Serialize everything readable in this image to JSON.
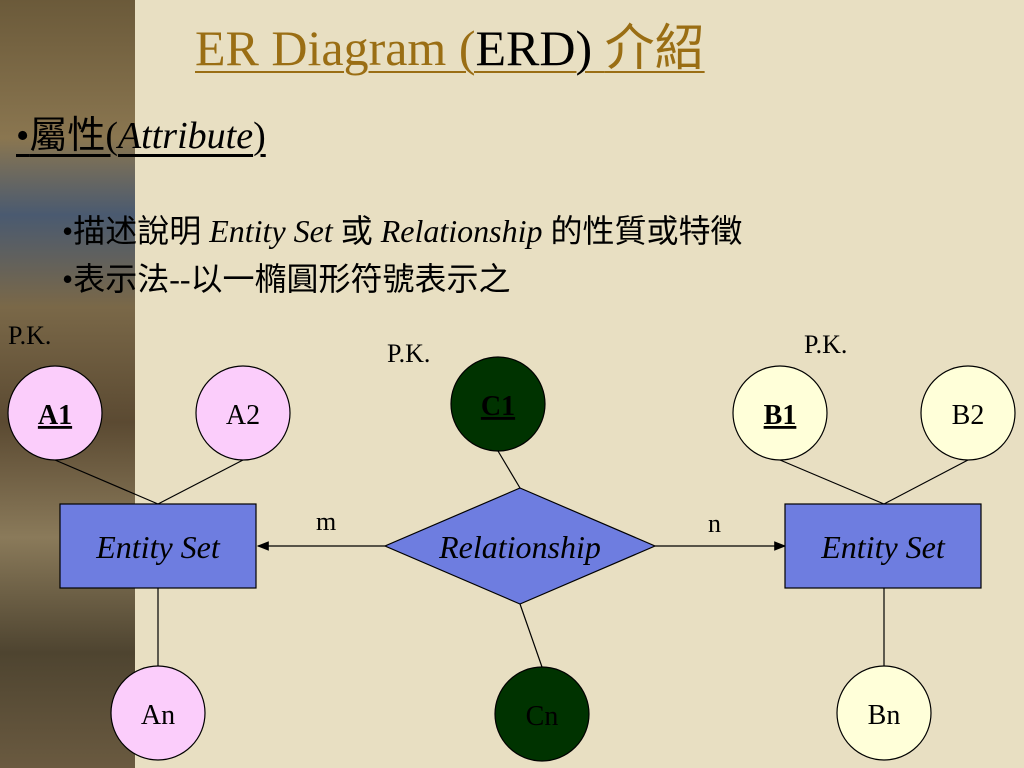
{
  "slide": {
    "title_prefix": "ER Diagram (",
    "title_accent": "ERD) ",
    "title_suffix": "介紹",
    "heading": {
      "bullet": "•",
      "prefix": "屬性(",
      "italic": "Attribute",
      "suffix": ")"
    },
    "bullets": [
      {
        "bullet": "•",
        "p1": "描述說明 ",
        "i1": "Entity Set",
        "p2": " 或 ",
        "i2": "Relationship",
        "p3": " 的性質或特徵"
      },
      {
        "bullet": "•",
        "p1": "表示法--以一橢圓形符號表示之",
        "i1": "",
        "p2": "",
        "i2": "",
        "p3": ""
      }
    ]
  },
  "diagram": {
    "colors": {
      "entity_fill": "#6e7de0",
      "relationship_fill": "#6e7de0",
      "pink": "#fbcdfb",
      "cream": "#ffffd9",
      "dark_green": "#003300"
    },
    "entities": [
      {
        "id": "left",
        "label": "Entity Set"
      },
      {
        "id": "right",
        "label": "Entity Set"
      }
    ],
    "relationship": {
      "label": "Relationship"
    },
    "attributes": [
      {
        "id": "A1",
        "label": "A1",
        "key": true,
        "color": "pink"
      },
      {
        "id": "A2",
        "label": "A2",
        "key": false,
        "color": "pink"
      },
      {
        "id": "An",
        "label": "An",
        "key": false,
        "color": "pink"
      },
      {
        "id": "C1",
        "label": "C1",
        "key": true,
        "color": "dark_green"
      },
      {
        "id": "Cn",
        "label": "Cn",
        "key": false,
        "color": "dark_green"
      },
      {
        "id": "B1",
        "label": "B1",
        "key": true,
        "color": "cream"
      },
      {
        "id": "B2",
        "label": "B2",
        "key": false,
        "color": "cream"
      },
      {
        "id": "Bn",
        "label": "Bn",
        "key": false,
        "color": "cream"
      }
    ],
    "pk_labels": [
      {
        "id": "pk-a",
        "text": "P.K."
      },
      {
        "id": "pk-c",
        "text": "P.K."
      },
      {
        "id": "pk-b",
        "text": "P.K."
      }
    ],
    "cardinality": {
      "left": "m",
      "right": "n"
    }
  }
}
